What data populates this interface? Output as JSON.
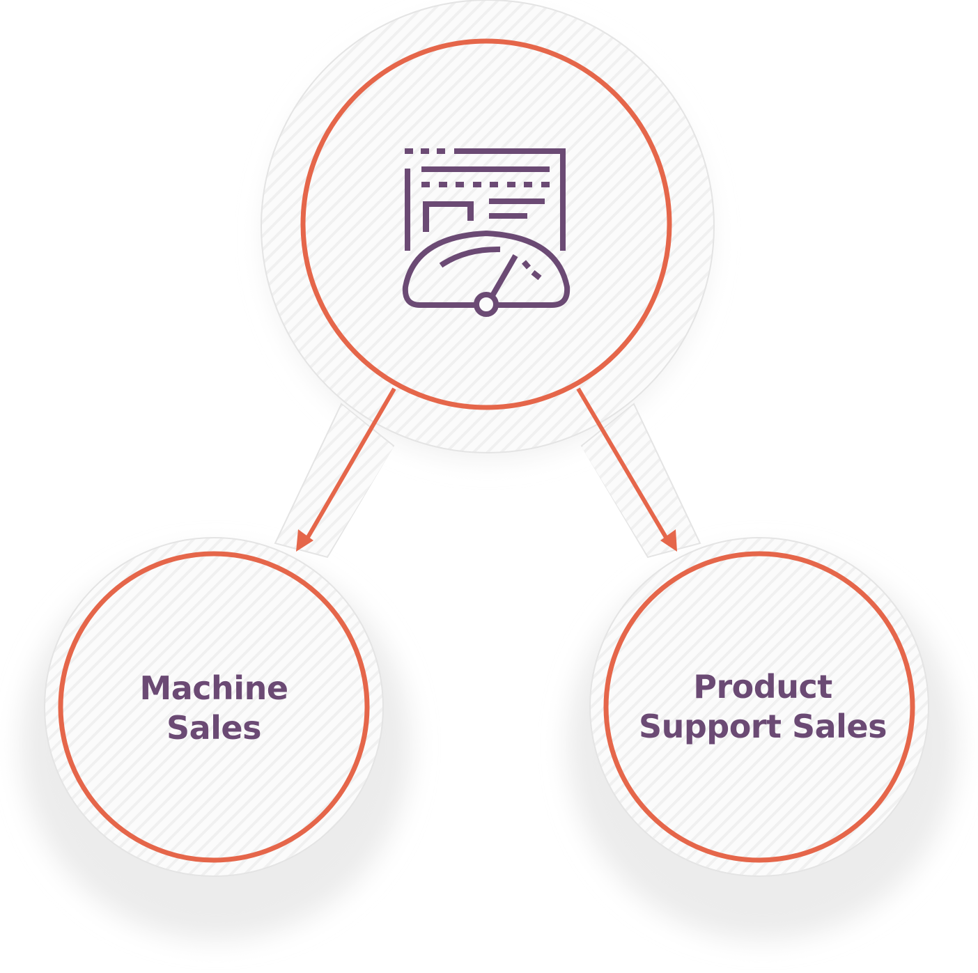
{
  "colors": {
    "accent_ring": "#e5664a",
    "icon_and_text": "#6b4a74",
    "background": "#ffffff",
    "plate": "#f7f7f7"
  },
  "diagram": {
    "root": {
      "icon": "dashboard-speedometer-icon",
      "label": ""
    },
    "children": [
      {
        "label_line1": "Machine",
        "label_line2": "Sales"
      },
      {
        "label_line1": "Product",
        "label_line2": "Support Sales"
      }
    ],
    "edges": [
      {
        "from": "root",
        "to": "Machine Sales",
        "style": "arrow"
      },
      {
        "from": "root",
        "to": "Product Support Sales",
        "style": "arrow"
      }
    ]
  }
}
